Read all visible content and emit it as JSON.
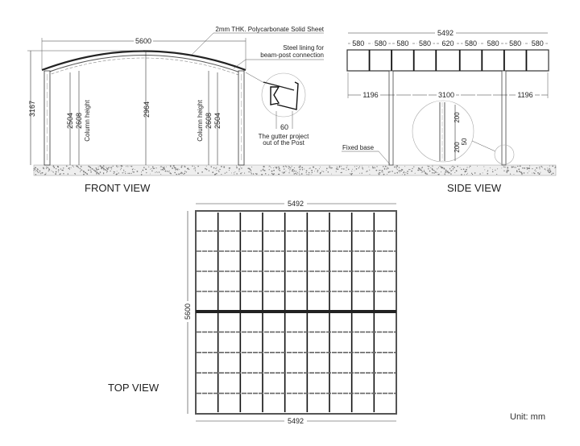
{
  "front_view": {
    "title": "FRONT VIEW",
    "width_dim": "5600",
    "height_dim": "3167",
    "center_dim": "2964",
    "left_dims": [
      "2504",
      "2608"
    ],
    "right_dims": [
      "2608",
      "2504"
    ],
    "column_label": "Column height",
    "sheet_note": "2mm THK. Polycarbonate Solid Sheet",
    "steel_note": [
      "Steel lining for",
      "beam-post connection"
    ],
    "gutter_dim": "60",
    "gutter_note": [
      "The gutter project",
      "out of the Post"
    ]
  },
  "side_view": {
    "title": "SIDE VIEW",
    "total_dim": "5492",
    "bay_dims": [
      "580",
      "580",
      "580",
      "580",
      "620",
      "580",
      "580",
      "580",
      "580"
    ],
    "span_dims": [
      "1196",
      "3100",
      "1196"
    ],
    "detail_dims": [
      "200",
      "200",
      "50"
    ],
    "base_note": "Fixed base"
  },
  "top_view": {
    "title": "TOP VIEW",
    "top_dim": "5492",
    "bottom_dim": "5492",
    "side_dim": "5600"
  },
  "unit_label": "Unit: mm"
}
